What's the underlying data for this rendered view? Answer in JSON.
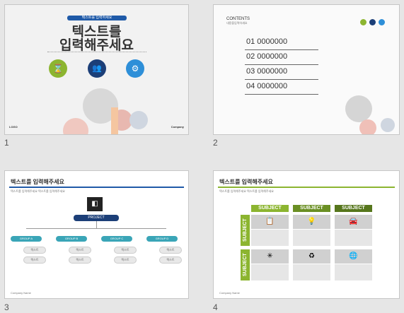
{
  "slides": [
    {
      "number": "1",
      "badge": "텍스트를 입력하세요",
      "title_line1": "텍스트를",
      "title_line2": "입력해주세요",
      "logo_left": "LOGO",
      "logo_right": "Company"
    },
    {
      "number": "2",
      "contents_title": "CONTENTS",
      "contents_subtitle": "내용을입력하세요",
      "items": [
        "01  0000000",
        "02  0000000",
        "03  0000000",
        "04  0000000"
      ]
    },
    {
      "number": "3",
      "header": "텍스트를 입력해주세요",
      "subheader": "텍스트를 입력해주세요 텍스트를 입력해주세요",
      "project_label": "PROJECT",
      "groups": [
        "GROUP A",
        "GROUP B",
        "GROUP C",
        "GROUP D"
      ],
      "pill_text": "텍스트",
      "footer": "Company Name"
    },
    {
      "number": "4",
      "header": "텍스트를 입력해주세요",
      "subheader": "텍스트를 입력해주세요 텍스트를 입력해주세요",
      "subject_cols": [
        "SUBJECT",
        "SUBJECT",
        "SUBJECT"
      ],
      "subject_rows": [
        "SUBJECT",
        "SUBJECT"
      ],
      "footer": "Company Name"
    }
  ],
  "colors": {
    "green": "#8cb530",
    "blue": "#1f5aa8",
    "navy": "#1c3f78",
    "teal": "#3aa5b7",
    "dark_green": "#6a8f23"
  }
}
